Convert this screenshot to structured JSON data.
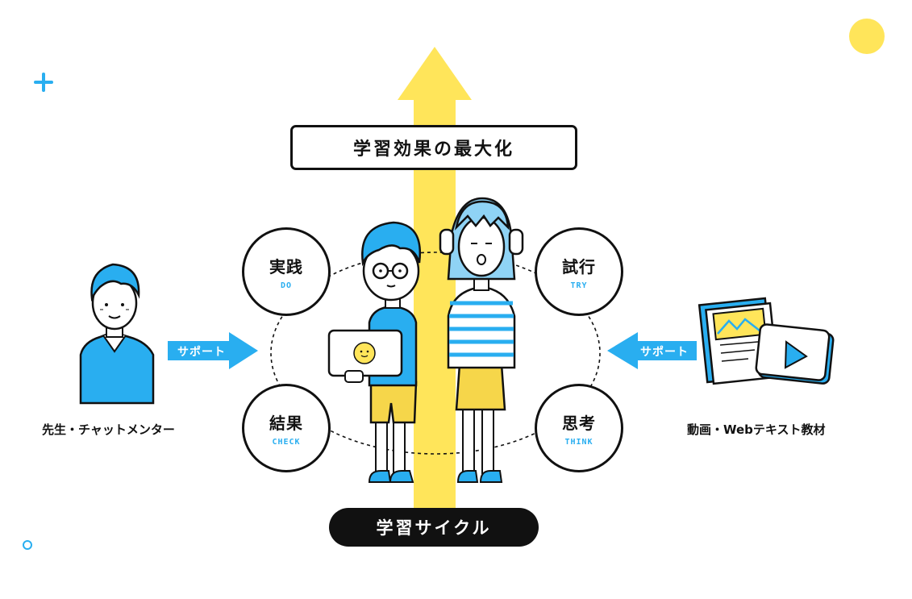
{
  "diagram": {
    "goal": "学習効果の最大化",
    "cycle": "学習サイクル",
    "steps": [
      {
        "jp": "実践",
        "en": "DO"
      },
      {
        "jp": "試行",
        "en": "TRY"
      },
      {
        "jp": "結果",
        "en": "CHECK"
      },
      {
        "jp": "思考",
        "en": "THINK"
      }
    ],
    "left_support": "サポート",
    "right_support": "サポート",
    "left_label": "先生・チャットメンター",
    "right_label": "動画・Webテキスト教材"
  },
  "colors": {
    "accent_blue": "#29aef0",
    "arrow_yellow": "#ffe55a",
    "line_black": "#111111",
    "pants_yellow": "#f6d64a",
    "dot_yellow": "#ffe55a"
  },
  "icons": {
    "plus": "plus-icon",
    "ring": "ring-icon",
    "play": "play-icon",
    "picture": "picture-icon"
  }
}
